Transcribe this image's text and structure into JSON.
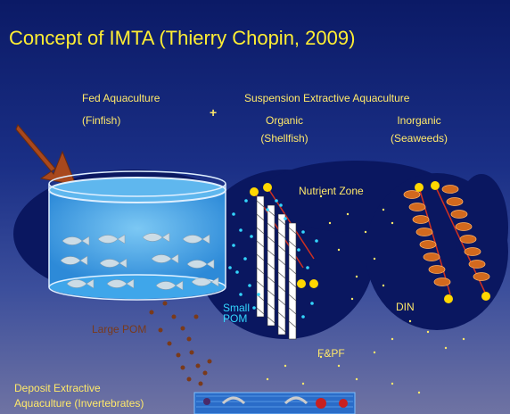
{
  "slide": {
    "title": "Concept of IMTA  (Thierry Chopin, 2009)",
    "fed_line1": "Fed Aquaculture",
    "fed_line2": "(Finfish)",
    "plus": "+",
    "suspension": "Suspension Extractive Aquaculture",
    "organic_line1": "Organic",
    "organic_line2": "(Shellfish)",
    "inorganic_line1": "Inorganic",
    "inorganic_line2": "(Seaweeds)",
    "nutrient_zone": "Nutrient Zone",
    "small_pom_line1": "Small",
    "small_pom_line2": "POM",
    "large_pom": "Large POM",
    "din": "DIN",
    "fpf": "F&PF",
    "deposit_line1": "Deposit Extractive",
    "deposit_line2": "Aquaculture (Invertebrates)"
  },
  "colors": {
    "title": "#ffee33",
    "label": "#ffe96a",
    "pom": "#33d6ff",
    "large_pom": "#7a3a1a",
    "water": "#0a1760",
    "fish_cage": "#3fa6ea",
    "arrow": "#a8481d"
  }
}
